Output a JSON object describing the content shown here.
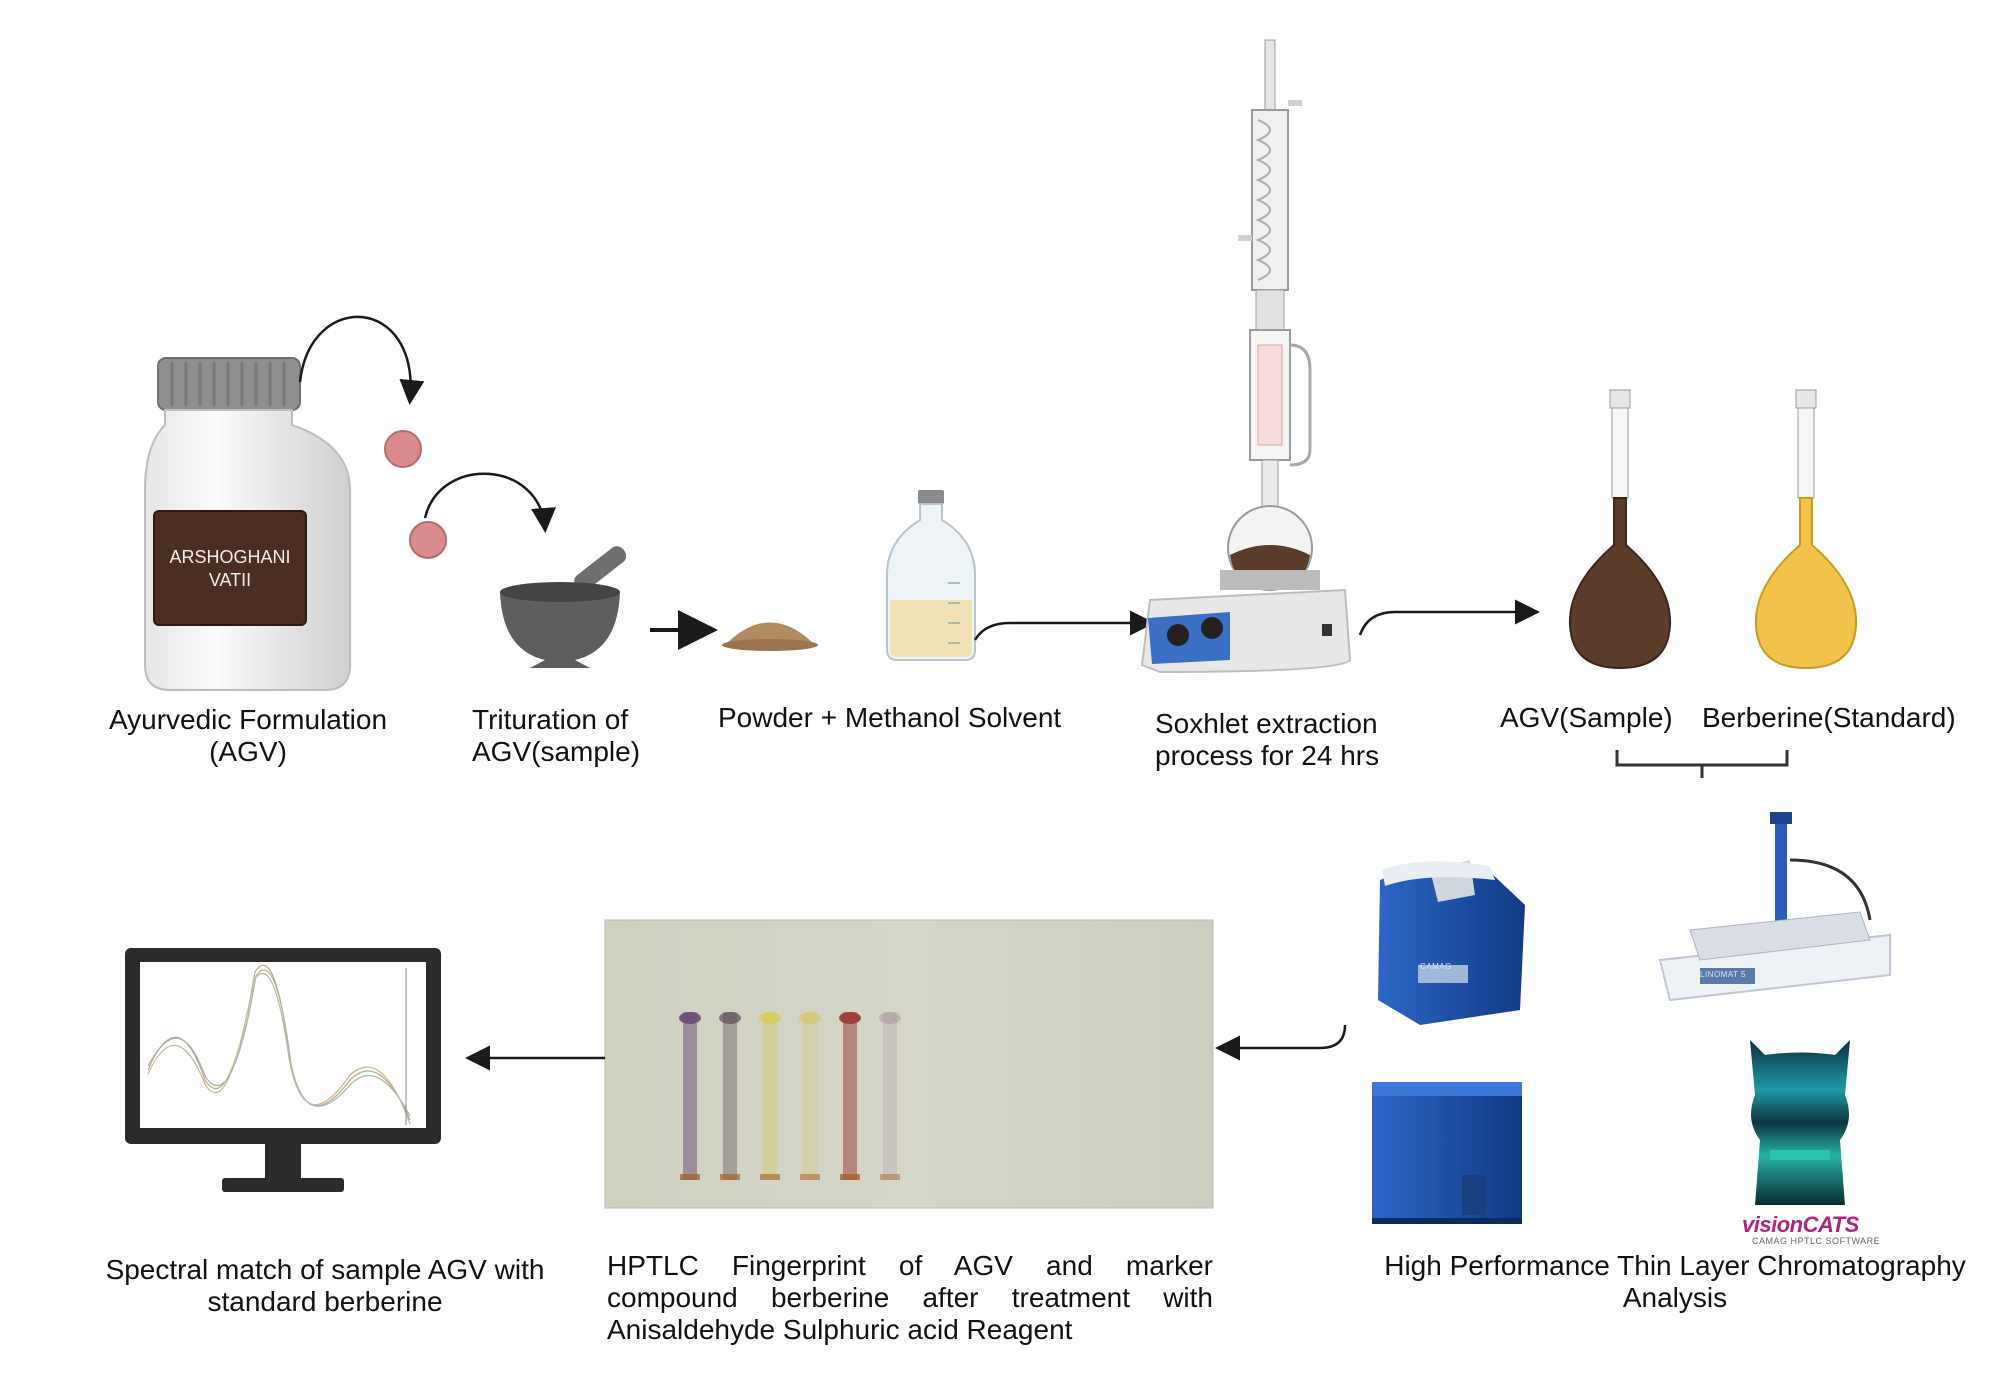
{
  "colors": {
    "pill": "#d98a8c",
    "extract_dark": "#5b3b2a",
    "extract_yellow": "#f0c24a",
    "arrow": "#1a1a1a",
    "device_blue": "#1e4fa8",
    "logo_magenta": "#b2237a"
  },
  "jar": {
    "label": "ARSHOGHANI VATII"
  },
  "steps": {
    "formulation": {
      "line1": "Ayurvedic Formulation",
      "line2": "(AGV)"
    },
    "trituration": {
      "line1": "Trituration of",
      "line2": "AGV(sample)"
    },
    "powder": {
      "label": "Powder + Methanol Solvent"
    },
    "soxhlet": {
      "line1": "Soxhlet extraction",
      "line2": "process for 24 hrs"
    },
    "sample": {
      "label": "AGV(Sample)"
    },
    "standard": {
      "label": "Berberine(Standard)"
    },
    "hptlc": {
      "line1": "High Performance Thin Layer Chromatography",
      "line2": "Analysis"
    },
    "fingerprint": {
      "line1": "HPTLC Fingerprint of AGV and marker",
      "line2": "compound berberine after treatment with",
      "line3": "Anisaldehyde Sulphuric acid Reagent"
    },
    "spectral": {
      "line1": "Spectral match of sample AGV with",
      "line2": "standard berberine"
    }
  },
  "devices": {
    "camag": "CAMAG",
    "linomat": "LINOMAT 5",
    "software_logo": "visionCATS",
    "software_sub": "CAMAG HPTLC SOFTWARE"
  },
  "plate_tracks": [
    {
      "color": "#6a4a78",
      "intensity": 0.9
    },
    {
      "color": "#5e4a5a",
      "intensity": 0.7
    },
    {
      "color": "#d8c840",
      "intensity": 0.6
    },
    {
      "color": "#d4c04a",
      "intensity": 0.45
    },
    {
      "color": "#9a3e3a",
      "intensity": 0.95
    },
    {
      "color": "#8a7080",
      "intensity": 0.3
    }
  ]
}
